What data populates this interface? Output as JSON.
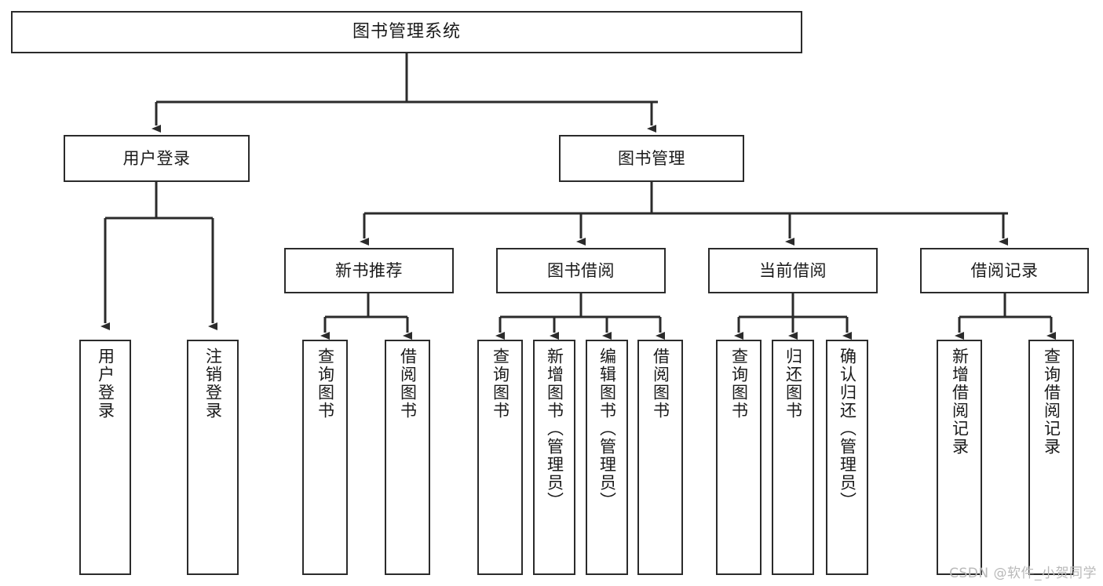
{
  "diagram": {
    "title": "图书管理系统",
    "type": "tree",
    "orientation": "top-down",
    "colors": {
      "box_border": "#2b2b2b",
      "box_fill": "#ffffff",
      "connector": "#2b2b2b",
      "text": "#1a1a1a",
      "background": "#ffffff",
      "watermark": "#b9b9b9"
    },
    "nodes": {
      "root": {
        "label": "图书管理系统"
      },
      "level2": [
        {
          "label": "用户登录"
        },
        {
          "label": "图书管理"
        }
      ],
      "level3": [
        {
          "label": "新书推荐"
        },
        {
          "label": "图书借阅"
        },
        {
          "label": "当前借阅"
        },
        {
          "label": "借阅记录"
        }
      ],
      "leaves": {
        "user_login": [
          {
            "label": "用户登录"
          },
          {
            "label": "注销登录"
          }
        ],
        "new_book_recommend": [
          {
            "label": "查询图书"
          },
          {
            "label": "借阅图书"
          }
        ],
        "book_borrow": [
          {
            "label": "查询图书"
          },
          {
            "label": "新增图书（管理员）"
          },
          {
            "label": "编辑图书（管理员）"
          },
          {
            "label": "借阅图书"
          }
        ],
        "current_borrow": [
          {
            "label": "查询图书"
          },
          {
            "label": "归还图书"
          },
          {
            "label": "确认归还（管理员）"
          }
        ],
        "borrow_records": [
          {
            "label": "新增借阅记录"
          },
          {
            "label": "查询借阅记录"
          }
        ]
      }
    },
    "watermark": "CSDN @软件_小贺同学"
  }
}
